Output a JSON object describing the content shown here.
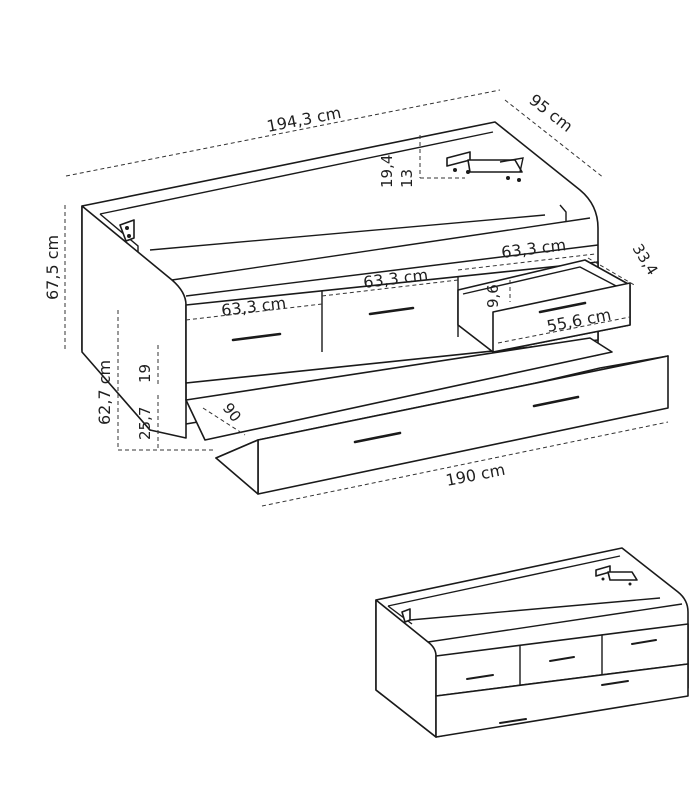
{
  "dimensions": {
    "total_width": "194,3 cm",
    "depth": "95 cm",
    "total_height": "67,5 cm",
    "bracket_height": "19,4",
    "bracket_offset": "13",
    "drawer_width_left": "63,3 cm",
    "drawer_width_middle": "63,3 cm",
    "drawer_width_right": "63,3 cm",
    "open_drawer_depth": "33,4",
    "open_drawer_height": "9,6",
    "open_drawer_inner_width": "55,6 cm",
    "drawer_row_height": "19",
    "lower_height": "62,7 cm",
    "trundle_height": "25,7",
    "trundle_length_90": "90",
    "trundle_width": "190 cm"
  },
  "colors": {
    "line": "#1a1a1a",
    "dimension": "#333333",
    "background": "#ffffff"
  }
}
